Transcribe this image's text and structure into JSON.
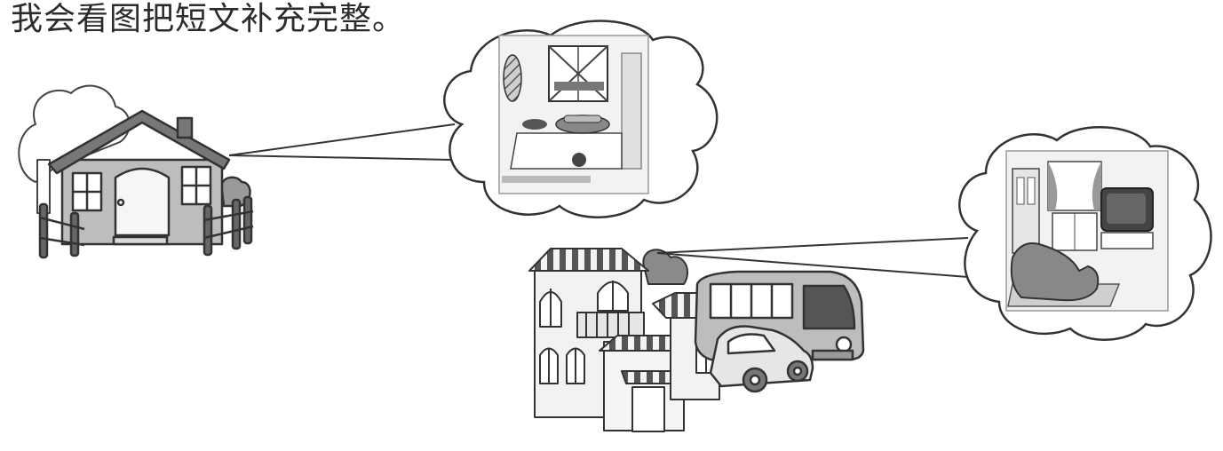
{
  "instruction": {
    "text": "我会看图把短文补充完整。"
  },
  "illustrations": [
    {
      "id": "house",
      "icon": "house-icon"
    },
    {
      "id": "kitchen",
      "icon": "kitchen-thought-bubble-icon"
    },
    {
      "id": "town",
      "icon": "townhouse-icon"
    },
    {
      "id": "living-room",
      "icon": "living-room-thought-bubble-icon"
    },
    {
      "id": "bus",
      "icon": "bus-icon"
    },
    {
      "id": "car",
      "icon": "car-icon"
    }
  ]
}
